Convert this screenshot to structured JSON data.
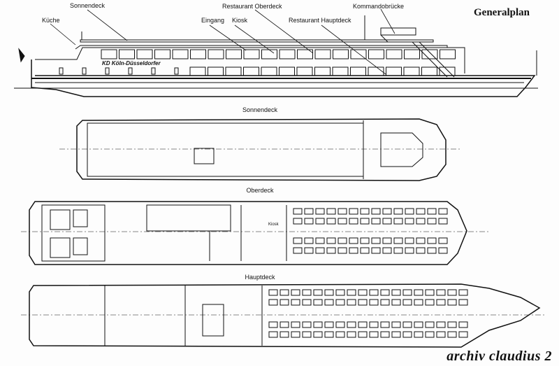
{
  "title": "Generalplan",
  "side_view": {
    "labels": {
      "sonnendeck": "Sonnendeck",
      "kueche": "Küche",
      "eingang": "Eingang",
      "kiosk": "Kiosk",
      "restaurant_oberdeck": "Restaurant Oberdeck",
      "restaurant_hauptdeck": "Restaurant Hauptdeck",
      "kommandobruecke": "Kommandobrücke"
    },
    "hull_lettering": "KD Köln-Düsseldorfer"
  },
  "plans": {
    "sonnendeck": "Sonnendeck",
    "oberdeck": "Oberdeck",
    "oberdeck_kiosk": "Kiosk",
    "hauptdeck": "Hauptdeck"
  },
  "watermark": "archiv claudius 2"
}
